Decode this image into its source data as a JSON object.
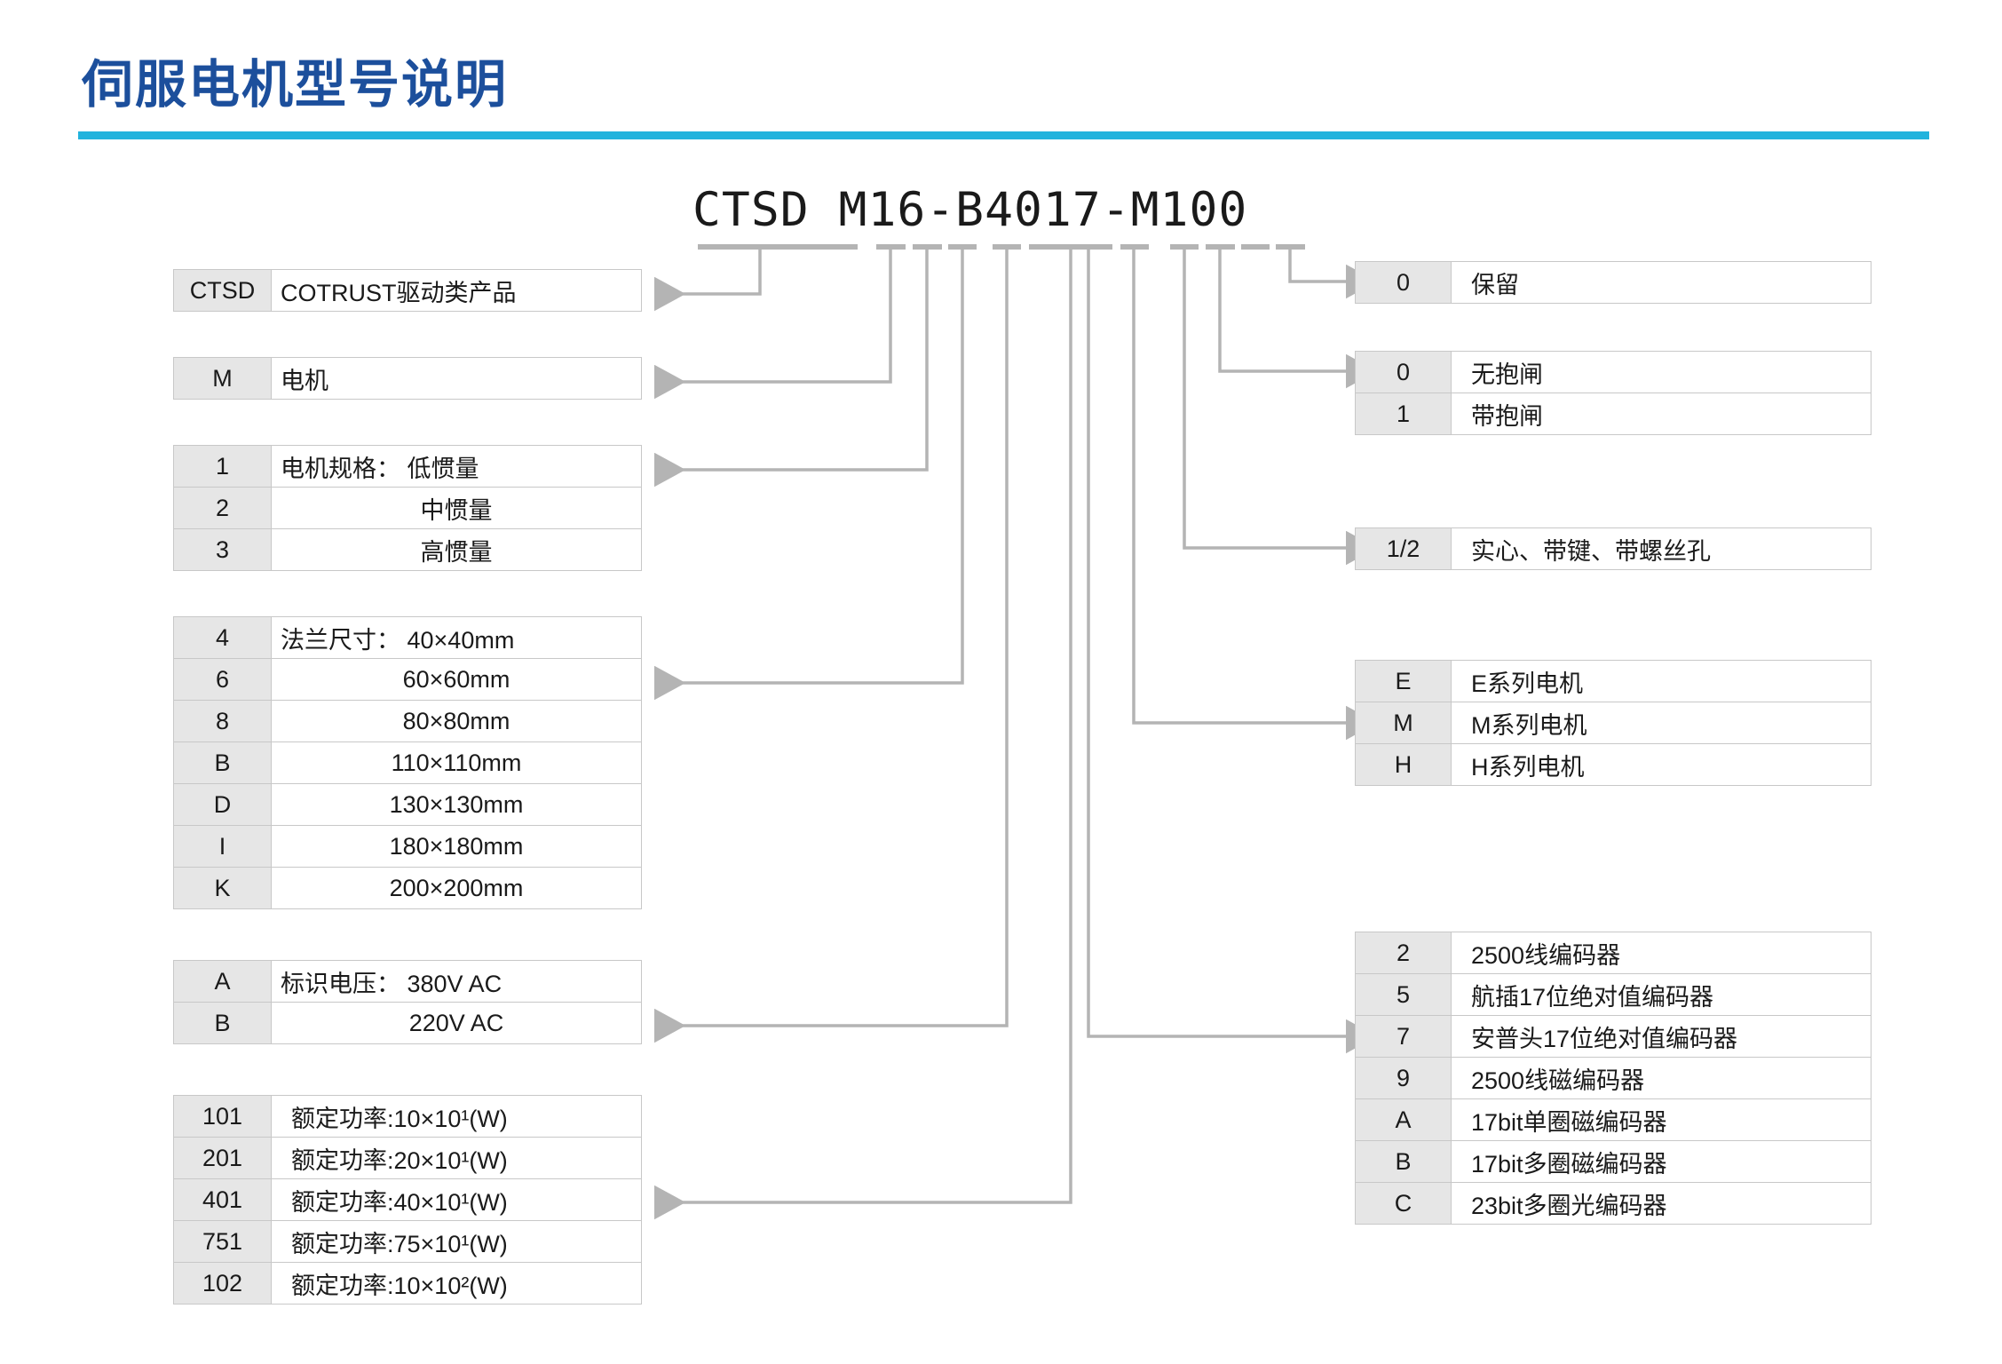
{
  "header": {
    "title": "伺服电机型号说明",
    "accent_color": "#22b3dd",
    "title_color": "#1c4f9c"
  },
  "model": {
    "code": "CTSD M16-B4017-M100"
  },
  "left_tables": [
    {
      "name": "product-type",
      "rows": [
        {
          "key": "CTSD",
          "value": "COTRUST驱动类产品",
          "align": "left"
        }
      ]
    },
    {
      "name": "motor",
      "rows": [
        {
          "key": "M",
          "value": "电机",
          "align": "left"
        }
      ]
    },
    {
      "name": "motor-inertia",
      "rows": [
        {
          "key": "1",
          "value": "电机规格： 低惯量",
          "align": "left"
        },
        {
          "key": "2",
          "value": "中惯量",
          "align": "center"
        },
        {
          "key": "3",
          "value": "高惯量",
          "align": "center"
        }
      ]
    },
    {
      "name": "flange-size",
      "rows": [
        {
          "key": "4",
          "value": "法兰尺寸： 40×40mm",
          "align": "left"
        },
        {
          "key": "6",
          "value": "60×60mm",
          "align": "center"
        },
        {
          "key": "8",
          "value": "80×80mm",
          "align": "center"
        },
        {
          "key": "B",
          "value": "110×110mm",
          "align": "center"
        },
        {
          "key": "D",
          "value": "130×130mm",
          "align": "center"
        },
        {
          "key": "I",
          "value": "180×180mm",
          "align": "center"
        },
        {
          "key": "K",
          "value": "200×200mm",
          "align": "center"
        }
      ]
    },
    {
      "name": "rated-voltage",
      "rows": [
        {
          "key": "A",
          "value": "标识电压： 380V AC",
          "align": "left"
        },
        {
          "key": "B",
          "value": "220V AC",
          "align": "center"
        }
      ]
    },
    {
      "name": "rated-power",
      "rows": [
        {
          "key": "101",
          "value": "额定功率:10×10¹(W)",
          "align": "indent"
        },
        {
          "key": "201",
          "value": "额定功率:20×10¹(W)",
          "align": "indent"
        },
        {
          "key": "401",
          "value": "额定功率:40×10¹(W)",
          "align": "indent"
        },
        {
          "key": "751",
          "value": "额定功率:75×10¹(W)",
          "align": "indent"
        },
        {
          "key": "102",
          "value": "额定功率:10×10²(W)",
          "align": "indent"
        }
      ]
    }
  ],
  "right_tables": [
    {
      "name": "reserved",
      "rows": [
        {
          "key": "0",
          "value": "保留"
        }
      ]
    },
    {
      "name": "brake",
      "rows": [
        {
          "key": "0",
          "value": "无抱闸"
        },
        {
          "key": "1",
          "value": "带抱闸"
        }
      ]
    },
    {
      "name": "shaft-type",
      "rows": [
        {
          "key": "1/2",
          "value": "实心、带键、带螺丝孔"
        }
      ]
    },
    {
      "name": "motor-series",
      "rows": [
        {
          "key": "E",
          "value": "E系列电机"
        },
        {
          "key": "M",
          "value": "M系列电机"
        },
        {
          "key": "H",
          "value": "H系列电机"
        }
      ]
    },
    {
      "name": "encoder",
      "rows": [
        {
          "key": "2",
          "value": "2500线编码器"
        },
        {
          "key": "5",
          "value": "航插17位绝对值编码器"
        },
        {
          "key": "7",
          "value": "安普头17位绝对值编码器"
        },
        {
          "key": "9",
          "value": "2500线磁编码器"
        },
        {
          "key": "A",
          "value": "17bit单圈磁编码器"
        },
        {
          "key": "B",
          "value": "17bit多圈磁编码器"
        },
        {
          "key": "C",
          "value": "23bit多圈光编码器"
        }
      ]
    }
  ]
}
